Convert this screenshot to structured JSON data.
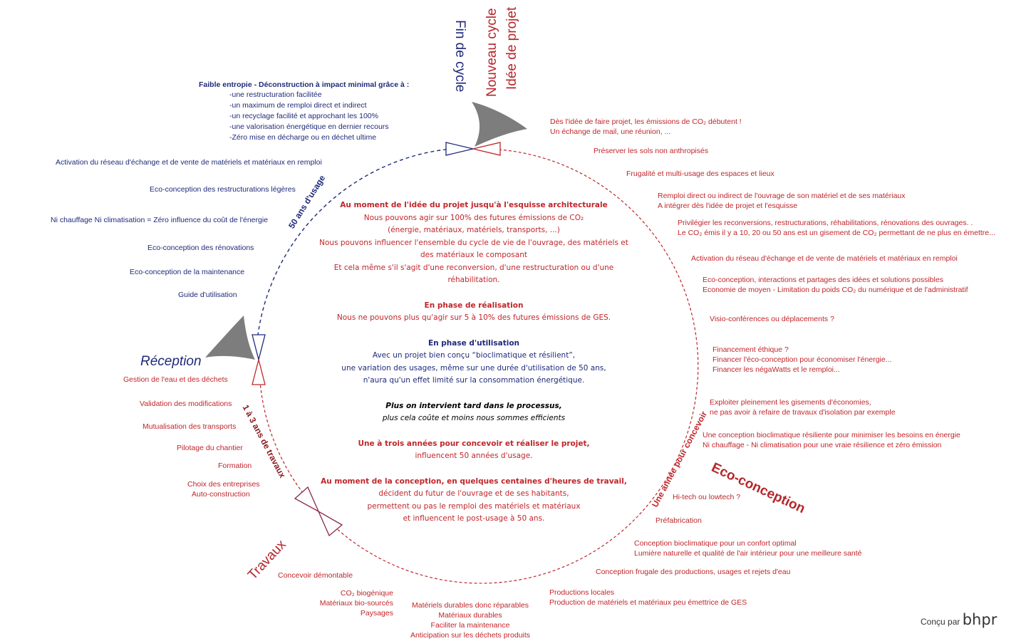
{
  "titles": {
    "fin_de_cycle": "Fin de cycle",
    "nouveau_cycle": "Nouveau cycle",
    "idee_de_projet": "Idée de projet",
    "reception": "Réception",
    "travaux": "Travaux",
    "eco_conception": "Eco-conception"
  },
  "arcs": {
    "usage": "50 ans d'usage",
    "travaux": "1 à 3 ans de travaux",
    "concevoir": "Une année pour concevoir"
  },
  "center": {
    "h1": "Au moment de l'idée du projet jusqu'à l'esquisse architecturale",
    "p1": [
      "Nous pouvons agir sur 100% des futures émissions de CO₂",
      "(énergie, matériaux, matériels, transports, ...)",
      "Nous pouvons influencer l'ensemble du cycle de vie de l'ouvrage, des matériels et",
      "des matériaux le composant",
      "Et cela même s'il s'agit d'une reconversion, d'une restructuration ou d'une",
      "réhabilitation."
    ],
    "h2": "En phase de réalisation",
    "p2": "Nous ne pouvons plus qu'agir sur 5 à 10% des futures émissions de GES.",
    "h3": "En phase d'utilisation",
    "p3": [
      "Avec un projet bien conçu “bioclimatique et résilient”,",
      "une variation des usages, même sur une durée d'utilisation de 50 ans,",
      "n'aura qu'un effet limité sur la consommation énergétique."
    ],
    "h4": [
      "Plus on intervient tard dans le processus,",
      "plus cela coûte et moins nous sommes efficients"
    ],
    "h5": "Une à trois années pour concevoir et réaliser le projet,",
    "p5": "influencent 50 années d'usage.",
    "h6": "Au moment de la conception, en quelques centaines d'heures de travail,",
    "p6": [
      "décident du futur de l'ouvrage et de ses habitants,",
      "permettent ou pas le remploi des matériels et matériaux",
      "et influencent le post-usage à 50 ans."
    ]
  },
  "fin_cycle": {
    "heading": "Faible entropie - Déconstruction à impact minimal grâce à :",
    "items": [
      "-une restructuration facilitée",
      "-un maximum de remploi direct et indirect",
      "-un recyclage facilité et approchant les 100%",
      "-une valorisation énergétique en dernier recours",
      "-Zéro mise en décharge ou en déchet ultime"
    ]
  },
  "usage_items": [
    "Activation du réseau d'échange et de vente de matériels et matériaux en remploi",
    "Eco-conception des restructurations légères",
    "Ni chauffage Ni climatisation = Zéro influence du coût de l'énergie",
    "Eco-conception des rénovations",
    "Eco-conception de la maintenance",
    "Guide d'utilisation"
  ],
  "right_items": {
    "r1": [
      "Dès l'idée de faire projet, les émissions de CO₂ débutent !",
      "Un échange de mail, une réunion, ..."
    ],
    "r2": "Préserver les sols non anthropisés",
    "r3": "Frugalité et multi-usage des espaces et lieux",
    "r4": [
      "Remploi direct ou indirect de l'ouvrage de son matériel et de ses matériaux",
      "A intégrer dès l'idée de projet et l'esquisse"
    ],
    "r5": [
      "Privilégier les reconversions, restructurations, réhabilitations, rénovations des ouvrages. .",
      "Le CO₂ émis il y a 10, 20 ou 50 ans est un gisement de CO₂ permettant de ne plus en émettre..."
    ],
    "r6": "Activation du réseau d'échange et de vente de matériels et matériaux en remploi",
    "r7": [
      "Eco-conception, interactions et partages des idées et solutions possibles",
      "Economie de moyen - Limitation du poids CO₂ du numérique et de l'administratif"
    ],
    "r8": "Visio-conférences ou déplacements ?",
    "r9": [
      "Financement éthique ?",
      "Financer l'éco-conception pour économiser l'énergie...",
      "Financer les négaWatts et le remploi..."
    ],
    "r10": [
      "Exploiter pleinement les gisements d'économies,",
      "ne pas avoir à refaire de travaux d'isolation par exemple"
    ],
    "r11": [
      "Une conception bioclimatique résiliente pour minimiser les besoins en énergie",
      "Ni chauffage - Ni climatisation pour une vraie résilience et zéro émission"
    ],
    "r12": "Hi-tech ou lowtech ?",
    "r13": "Préfabrication",
    "r14": [
      "Conception bioclimatique pour un confort optimal",
      "Lumière naturelle et qualité de l'air intérieur pour une meilleure santé"
    ],
    "r15": "Conception frugale des productions, usages et rejets d'eau",
    "r16": [
      "Productions locales",
      "Production de matériels et matériaux peu émettrice de GES"
    ]
  },
  "bottom_items": {
    "b1": [
      "Matériels durables donc réparables",
      "Matériaux durables",
      "Faciliter la maintenance",
      "Anticipation sur les déchets produits"
    ],
    "b2": [
      "CO₂ biogénique",
      "Matériaux bio-sourcés",
      "Paysages"
    ],
    "b3": "Concevoir démontable"
  },
  "travaux_items": [
    "Gestion de l'eau et des déchets",
    "Validation des modifications",
    "Mutualisation des transports",
    "Pilotage du chantier",
    "Formation",
    "Choix des entreprises",
    "Auto-construction"
  ],
  "logo": {
    "prefix": "Conçu par",
    "name": "bhpr"
  }
}
